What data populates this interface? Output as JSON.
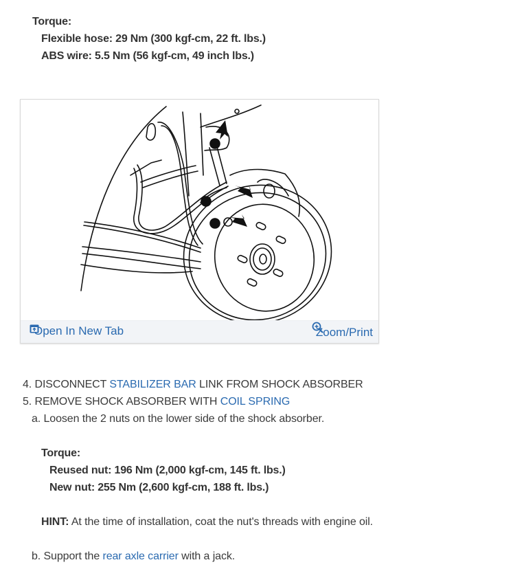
{
  "torque_block_1": {
    "heading": "Torque:",
    "lines": [
      "Flexible hose: 29 Nm (300 kgf-cm, 22 ft. lbs.)",
      "ABS wire: 5.5 Nm (56 kgf-cm, 49 inch lbs.)"
    ]
  },
  "figure": {
    "alt": "Rear suspension: shock absorber, stabilizer bar link, brake hose and ABS wire with arrows indicating fasteners",
    "open_new_tab_label": "Open In New Tab",
    "open_new_tab_icon": "open-in-new-tab-icon",
    "zoom_print_label": "Zoom/Print",
    "zoom_print_icon": "zoom-in-icon",
    "link_color": "#2a6ab0"
  },
  "steps": {
    "step4": {
      "prefix": "4. DISCONNECT ",
      "link": "STABILIZER BAR",
      "suffix": " LINK FROM SHOCK ABSORBER"
    },
    "step5": {
      "prefix": "5. REMOVE SHOCK ABSORBER WITH ",
      "link": "COIL SPRING"
    },
    "step5a": "a. Loosen the 2 nuts on the lower side of the shock absorber.",
    "torque_block_2": {
      "heading": "Torque:",
      "lines": [
        "Reused nut: 196 Nm (2,000 kgf-cm, 145 ft. lbs.)",
        "New nut: 255 Nm (2,600 kgf-cm, 188 ft. lbs.)"
      ]
    },
    "hint": {
      "label": "HINT:",
      "text": " At the time of installation, coat the nut's threads with engine oil."
    },
    "step5b": {
      "prefix": "b. Support the ",
      "link": "rear axle carrier",
      "suffix": " with a jack."
    }
  }
}
